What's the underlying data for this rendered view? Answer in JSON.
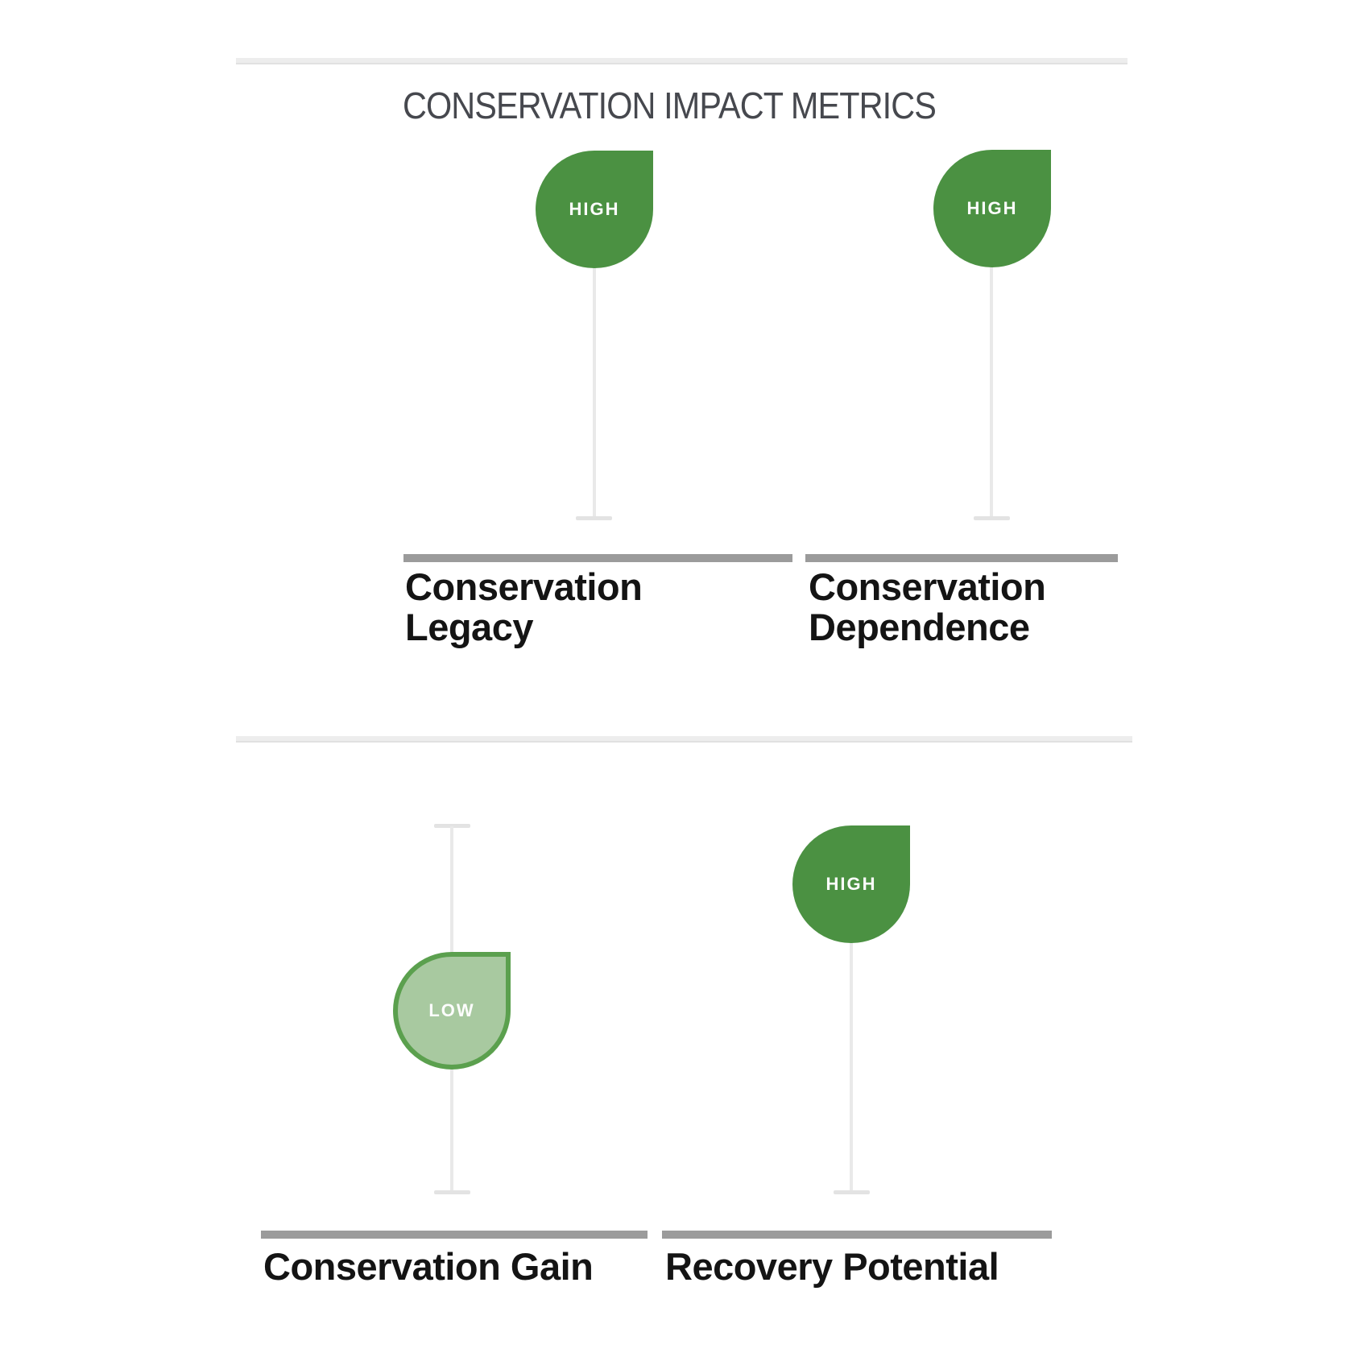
{
  "title": "CONSERVATION IMPACT METRICS",
  "metrics": [
    {
      "label": "Conservation Legacy",
      "value": "HIGH",
      "level": "high"
    },
    {
      "label": "Conservation Dependence",
      "value": "HIGH",
      "level": "high"
    },
    {
      "label": "Conservation Gain",
      "value": "LOW",
      "level": "low"
    },
    {
      "label": "Recovery Potential",
      "value": "HIGH",
      "level": "high"
    }
  ],
  "colors": {
    "high": "#4b9142",
    "low_fill": "#a8c9a0",
    "low_border": "#5ba04e"
  },
  "chart_data": {
    "type": "gauge",
    "title": "CONSERVATION IMPACT METRICS",
    "scale": [
      "LOW",
      "HIGH"
    ],
    "categories": [
      "Conservation Legacy",
      "Conservation Dependence",
      "Conservation Gain",
      "Recovery Potential"
    ],
    "values": [
      "HIGH",
      "HIGH",
      "LOW",
      "HIGH"
    ],
    "marker_track_positions": [
      1.0,
      1.0,
      0.5,
      1.0
    ],
    "legend_position": "none",
    "grid": false
  }
}
